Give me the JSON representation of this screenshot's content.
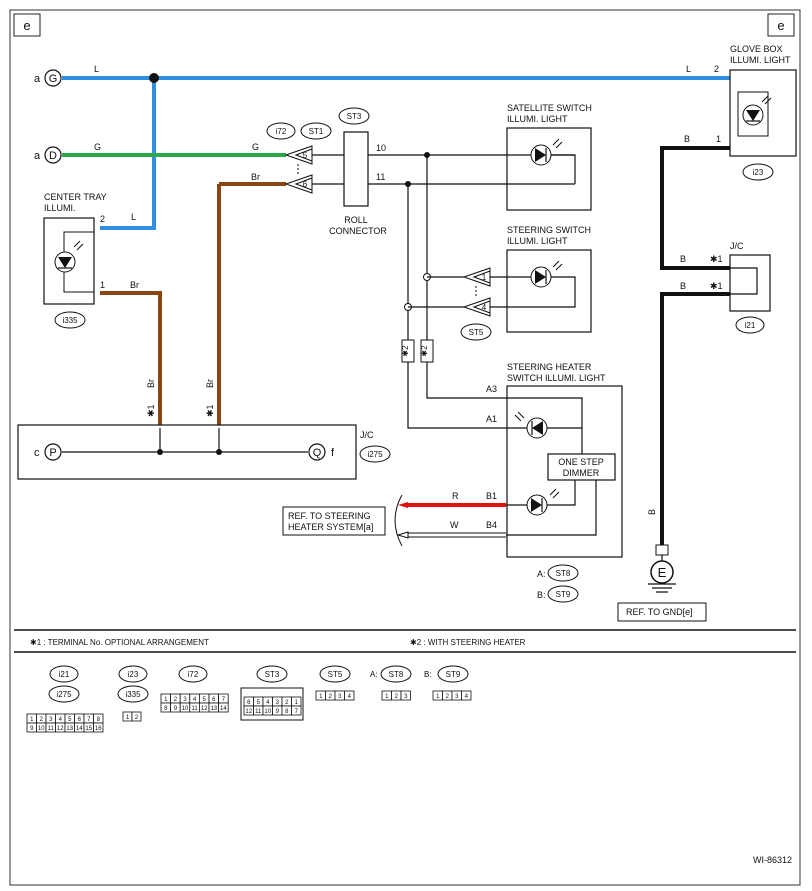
{
  "page_markers": {
    "left": "e",
    "right": "e"
  },
  "left_connectors": {
    "g": "G",
    "d": "D",
    "g_prefix": "a",
    "d_prefix": "a"
  },
  "jc_bottom": {
    "p": "P",
    "q": "Q",
    "p_prefix": "c",
    "q_suffix": "f",
    "title": "J/C",
    "id": "i275"
  },
  "wires": {
    "L1": "L",
    "L2": "L",
    "G1": "G",
    "G2": "G",
    "Br1": "Br",
    "L3": "L",
    "Br2": "Br",
    "Br3": "Br",
    "Br4": "Br",
    "B1": "B",
    "B2": "B",
    "B3": "B",
    "B4": "B",
    "R": "R",
    "W": "W"
  },
  "pins": {
    "p2_glove": "2",
    "p1_glove": "1",
    "p2_tray": "2",
    "p1_tray": "1",
    "p5": "5",
    "p6": "6",
    "p10": "10",
    "p11": "11",
    "p1_st5": "1",
    "p4_st5": "4",
    "A3": "A3",
    "A1": "A1",
    "B1": "B1",
    "B4": "B4",
    "star1a": "✱1",
    "star1b": "✱1",
    "star1c": "✱1",
    "star1d": "✱1",
    "star2a": "✱2",
    "star2b": "✱2"
  },
  "components": {
    "glove_box": {
      "line1": "GLOVE BOX",
      "line2": "ILLUMI. LIGHT",
      "id": "i23"
    },
    "center_tray": {
      "line1": "CENTER TRAY",
      "line2": "ILLUMI.",
      "id": "i335"
    },
    "satellite": {
      "line1": "SATELLITE SWITCH",
      "line2": "ILLUMI. LIGHT"
    },
    "steering_switch": {
      "line1": "STEERING SWITCH",
      "line2": "ILLUMI. LIGHT"
    },
    "steering_heater": {
      "line1": "STEERING HEATER",
      "line2": "SWITCH ILLUMI. LIGHT"
    },
    "dimmer": {
      "line1": "ONE STEP",
      "line2": "DIMMER"
    },
    "roll_connector": {
      "line1": "ROLL",
      "line2": "CONNECTOR",
      "id": "ST3"
    },
    "jc_right": {
      "title": "J/C",
      "id": "i21"
    },
    "tags": {
      "i72": "i72",
      "ST1": "ST1",
      "ST5": "ST5",
      "ST8": "ST8",
      "ST9": "ST9",
      "A": "A:",
      "B": "B:"
    },
    "ground": "E"
  },
  "refs": {
    "steering_heater": "REF. TO STEERING HEATER SYSTEM[a]",
    "steering_heater_l1": "REF. TO STEERING",
    "steering_heater_l2": "HEATER SYSTEM[a]",
    "gnd": "REF. TO GND[e]"
  },
  "notes": {
    "n1": "✱1  : TERMINAL No. OPTIONAL ARRANGEMENT",
    "n2": "✱2  : WITH STEERING HEATER"
  },
  "legend": {
    "i21": "i21",
    "i275": "i275",
    "i23": "i23",
    "i335": "i335",
    "i72": "i72",
    "ST3": "ST3",
    "ST5": "ST5",
    "ST8": "ST8",
    "ST9": "ST9",
    "A": "A:",
    "B": "B:"
  },
  "footer_code": "WI-86312",
  "colors": {
    "blue": "#2f8fe0",
    "green": "#2aa84a",
    "brown": "#8b4513",
    "red": "#e01010",
    "black": "#111111"
  }
}
